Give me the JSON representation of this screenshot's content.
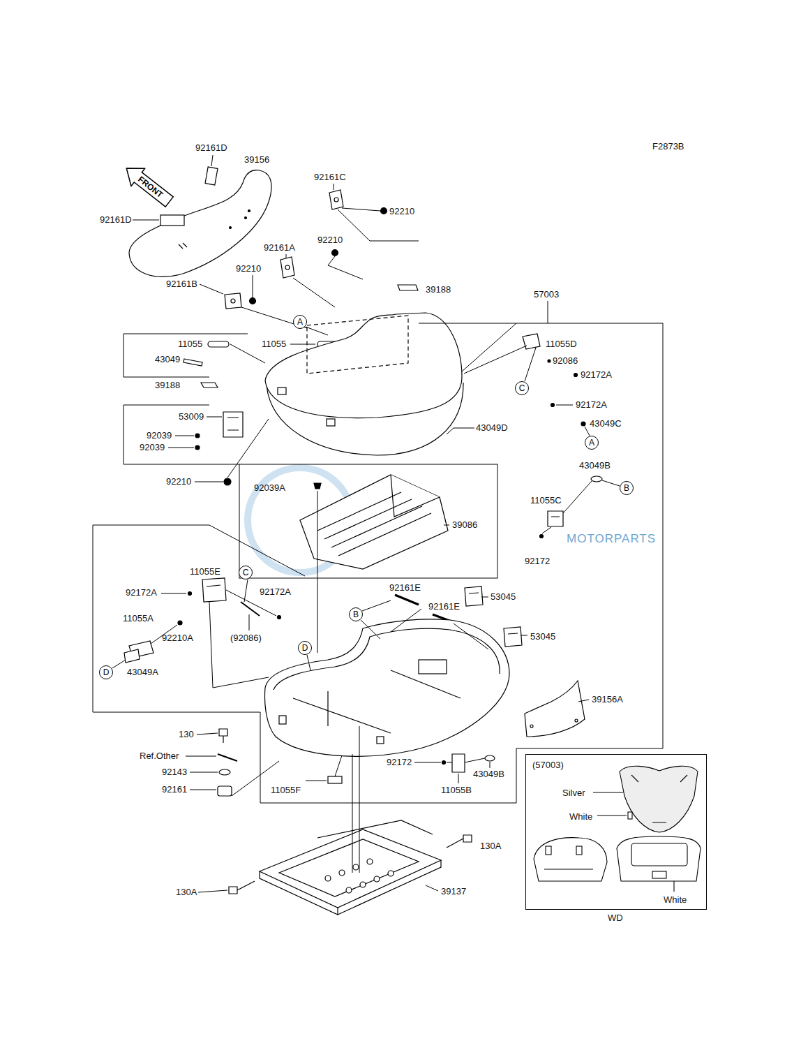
{
  "diagram": {
    "nodes": [
      {
        "text": [
          "FRONT"
        ]
      },
      {
        "text": [
          "A"
        ]
      },
      {
        "text": [
          "C"
        ]
      },
      {
        "text": [
          "A"
        ]
      },
      {
        "text": [
          "B"
        ]
      },
      {
        "text": [
          "C"
        ]
      },
      {
        "text": [
          "B"
        ]
      },
      {
        "text": [
          "D"
        ]
      },
      {
        "text": [
          "D"
        ]
      },
      {
        "text": [
          "(57003)",
          "Silver",
          "White",
          "White",
          "WD"
        ]
      }
    ],
    "labels": [
      "F2873B",
      "92161D",
      "39156",
      "92161C",
      "92210",
      "92161D",
      "92161A",
      "92210",
      "92210",
      "92161B",
      "39188",
      "57003",
      "11055",
      "11055",
      "11055D",
      "43049",
      "92086",
      "92172A",
      "39188",
      "92172A",
      "53009",
      "43049C",
      "92039",
      "43049D",
      "92039",
      "43049B",
      "92210",
      "92039A",
      "11055C",
      "39086",
      "92172",
      "11055E",
      "92161E",
      "53045",
      "92172A",
      "92172A",
      "92161E",
      "11055A",
      "(92086)",
      "92210A",
      "53045",
      "43049A",
      "39156A",
      "130",
      "Ref.Other",
      "92143",
      "92172",
      "43049B",
      "92161",
      "11055F",
      "11055B",
      "130A",
      "130A",
      "39137",
      "MOTORPARTS"
    ]
  }
}
